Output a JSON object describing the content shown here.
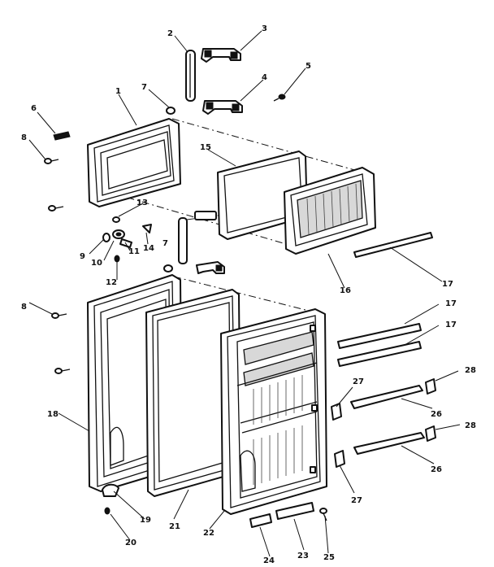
{
  "diagram": {
    "callouts": [
      {
        "id": "p1",
        "text": "1"
      },
      {
        "id": "p2",
        "text": "2"
      },
      {
        "id": "p3",
        "text": "3"
      },
      {
        "id": "p4",
        "text": "4"
      },
      {
        "id": "p5",
        "text": "5"
      },
      {
        "id": "p6",
        "text": "6"
      },
      {
        "id": "p7a",
        "text": "7"
      },
      {
        "id": "p7b",
        "text": "7"
      },
      {
        "id": "p8a",
        "text": "8"
      },
      {
        "id": "p8b",
        "text": "8"
      },
      {
        "id": "p9",
        "text": "9"
      },
      {
        "id": "p10",
        "text": "10"
      },
      {
        "id": "p11",
        "text": "11"
      },
      {
        "id": "p12",
        "text": "12"
      },
      {
        "id": "p13",
        "text": "13"
      },
      {
        "id": "p14",
        "text": "14"
      },
      {
        "id": "p15",
        "text": "15"
      },
      {
        "id": "p16",
        "text": "16"
      },
      {
        "id": "p17a",
        "text": "17"
      },
      {
        "id": "p17b",
        "text": "17"
      },
      {
        "id": "p17c",
        "text": "17"
      },
      {
        "id": "p18",
        "text": "18"
      },
      {
        "id": "p19",
        "text": "19"
      },
      {
        "id": "p20",
        "text": "20"
      },
      {
        "id": "p21",
        "text": "21"
      },
      {
        "id": "p22",
        "text": "22"
      },
      {
        "id": "p23",
        "text": "23"
      },
      {
        "id": "p24",
        "text": "24"
      },
      {
        "id": "p25",
        "text": "25"
      },
      {
        "id": "p26a",
        "text": "26"
      },
      {
        "id": "p26b",
        "text": "26"
      },
      {
        "id": "p27a",
        "text": "27"
      },
      {
        "id": "p27b",
        "text": "27"
      },
      {
        "id": "p28a",
        "text": "28"
      },
      {
        "id": "p28b",
        "text": "28"
      }
    ]
  }
}
